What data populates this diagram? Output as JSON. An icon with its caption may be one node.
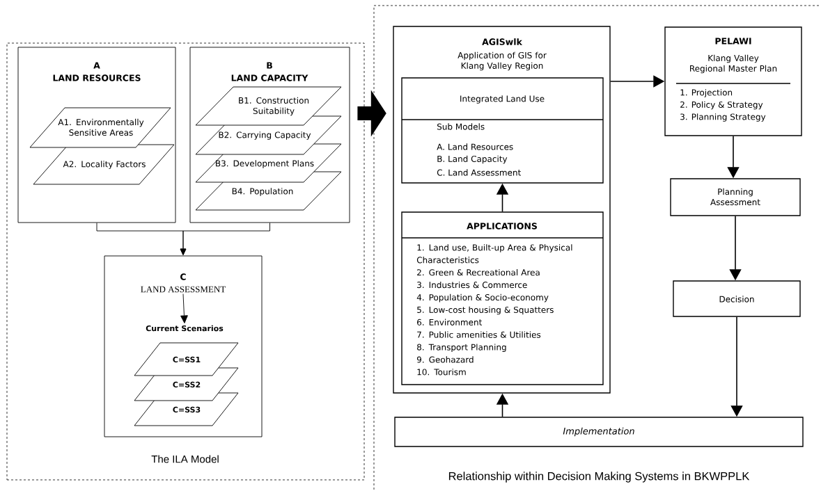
{
  "diagram": {
    "nodes": [
      {
        "text": [
          "The ILA Model"
        ]
      },
      {
        "text": [
          "A",
          "LAND RESOURCES"
        ],
        "in": 0
      },
      {
        "text": [
          "A1. Environmentally Sensitive Areas"
        ],
        "in": 1
      },
      {
        "text": [
          "A2. Locality Factors"
        ],
        "in": 1
      },
      {
        "text": [
          "B",
          "LAND CAPACITY"
        ],
        "in": 0
      },
      {
        "text": [
          "B1. Construction Suitability"
        ],
        "in": 4
      },
      {
        "text": [
          "B2. Carrying Capacity"
        ],
        "in": 4
      },
      {
        "text": [
          "B3. Development Plans"
        ],
        "in": 4
      },
      {
        "text": [
          "B4. Population"
        ],
        "in": 4
      },
      {
        "text": [
          "C"
        ],
        "in": 0
      },
      {
        "text": [
          "LAND ASSESSMENT"
        ],
        "in": 9
      },
      {
        "text": [
          "Current Scenarios"
        ],
        "in": 9
      },
      {
        "text": [
          "C=SS1"
        ],
        "in": 9
      },
      {
        "text": [
          "C=SS2"
        ],
        "in": 9
      },
      {
        "text": [
          "C=SS3"
        ],
        "in": 9
      },
      {
        "text": [
          "Relationship within Decision Making Systems in BKWPPLK"
        ]
      },
      {
        "text": [
          "AGISwlk",
          "Application of GIS for Klang Valley Region"
        ],
        "in": 15
      },
      {
        "text": [
          "Integrated Land Use",
          "Sub Models",
          "A. Land Resources",
          "B. Land Capacity",
          "C. Land Assessment"
        ],
        "in": 16
      },
      {
        "text": [
          "APPLICATIONS",
          "1. Land use, Built-up Area & Physical Characteristics",
          "2. Green & Recreational Area",
          "3. Industries & Commerce",
          "4. Population & Socio-economy",
          "5. Low-cost housing & Squatters",
          "6. Environment",
          "7. Public amenities & Utilities",
          "8. Transport Planning",
          "9. Geohazard",
          "10. Tourism"
        ],
        "in": 16
      },
      {
        "text": [
          "PELAWI",
          "Klang Valley Regional Master Plan",
          "1. Projection",
          "2. Policy & Strategy",
          "3. Planning Strategy"
        ],
        "in": 15
      },
      {
        "text": [
          "Planning Assessment"
        ],
        "in": 15
      },
      {
        "text": [
          "Decision"
        ],
        "in": 15
      },
      {
        "text": [
          "Implementation"
        ],
        "in": 15
      }
    ],
    "edges": [
      {
        "from": 1,
        "to": 9,
        "arrow": "to"
      },
      {
        "from": 4,
        "to": 9,
        "arrow": "to"
      },
      {
        "from": 10,
        "to": 11,
        "arrow": "to"
      },
      {
        "from": 0,
        "to": 15,
        "arrow": "to",
        "style": "thick"
      },
      {
        "from": 18,
        "to": 17,
        "arrow": "to"
      },
      {
        "from": 16,
        "to": 19,
        "arrow": "to"
      },
      {
        "from": 19,
        "to": 20,
        "arrow": "to"
      },
      {
        "from": 20,
        "to": 21,
        "arrow": "to"
      },
      {
        "from": 21,
        "to": 22,
        "arrow": "to"
      },
      {
        "from": 22,
        "to": 16,
        "arrow": "to"
      }
    ]
  }
}
